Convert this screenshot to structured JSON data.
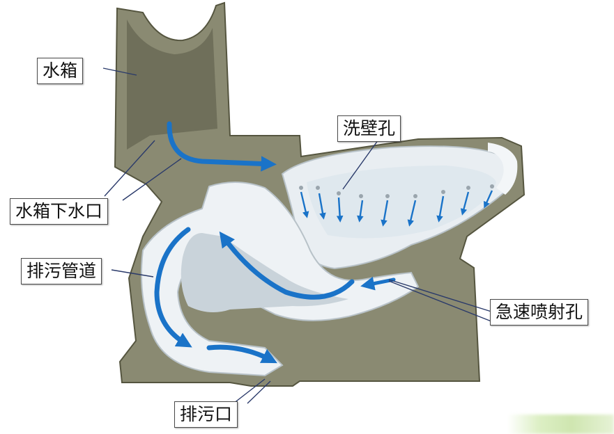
{
  "labels": {
    "water_tank": "水箱",
    "tank_outlet": "水箱下水口",
    "sewage_pipe": "排污管道",
    "wash_holes": "洗壁孔",
    "jet_hole": "急速喷射孔",
    "sewage_outlet": "排污口"
  },
  "colors": {
    "ceramic_body": "#8a8a72",
    "porcelain": "#e9eef2",
    "flow_arrow": "#1a73c8",
    "callout_line": "#2a3a6a"
  },
  "icons": {
    "flow_arrows": "water-flow-arrow-icon",
    "wash_arrows": "downward-arrow-icon"
  }
}
